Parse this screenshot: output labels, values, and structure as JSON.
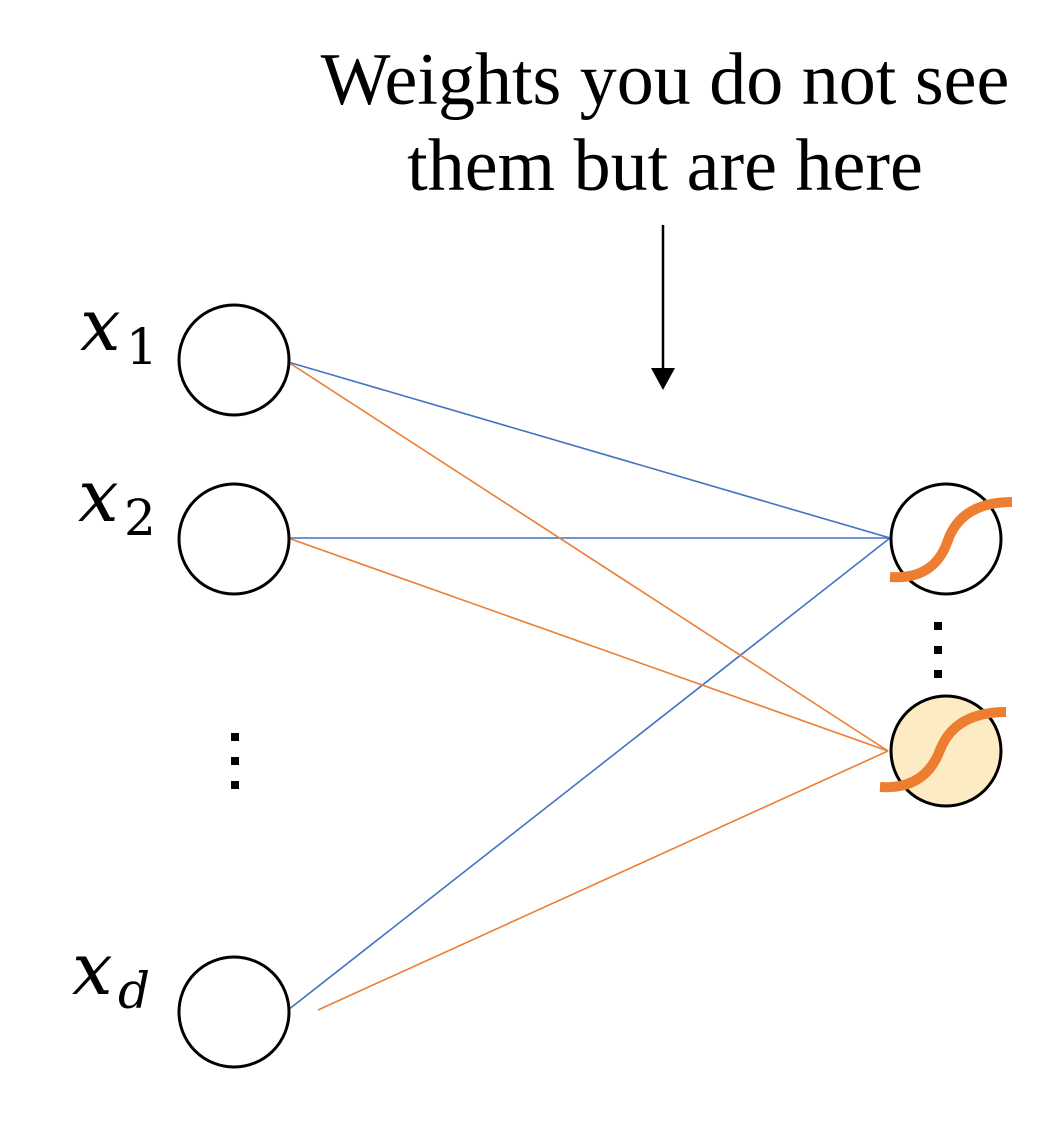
{
  "annotation": {
    "line1": "Weights you do not see",
    "line2": "them but are here"
  },
  "inputs": [
    {
      "id": "x1",
      "var": "x",
      "sub": "1"
    },
    {
      "id": "x2",
      "var": "x",
      "sub": "2"
    },
    {
      "id": "xd",
      "var": "x",
      "sub": "d"
    }
  ],
  "colors": {
    "weight_to_top": "#4472C4",
    "weight_to_bottom": "#ED7D31",
    "sigmoid": "#ED7D31",
    "highlight_fill": "#FDEBC3",
    "node_stroke": "#000000"
  },
  "outputs": [
    {
      "id": "unit-top",
      "activation": "sigmoid-icon",
      "highlighted": false
    },
    {
      "id": "unit-bottom",
      "activation": "sigmoid-icon",
      "highlighted": true
    }
  ],
  "edges": [
    {
      "from": "x1",
      "to": "unit-top",
      "color": "weight_to_top"
    },
    {
      "from": "x2",
      "to": "unit-top",
      "color": "weight_to_top"
    },
    {
      "from": "xd",
      "to": "unit-top",
      "color": "weight_to_top"
    },
    {
      "from": "x1",
      "to": "unit-bottom",
      "color": "weight_to_bottom"
    },
    {
      "from": "x2",
      "to": "unit-bottom",
      "color": "weight_to_bottom"
    },
    {
      "from": "xd",
      "to": "unit-bottom",
      "color": "weight_to_bottom"
    }
  ]
}
